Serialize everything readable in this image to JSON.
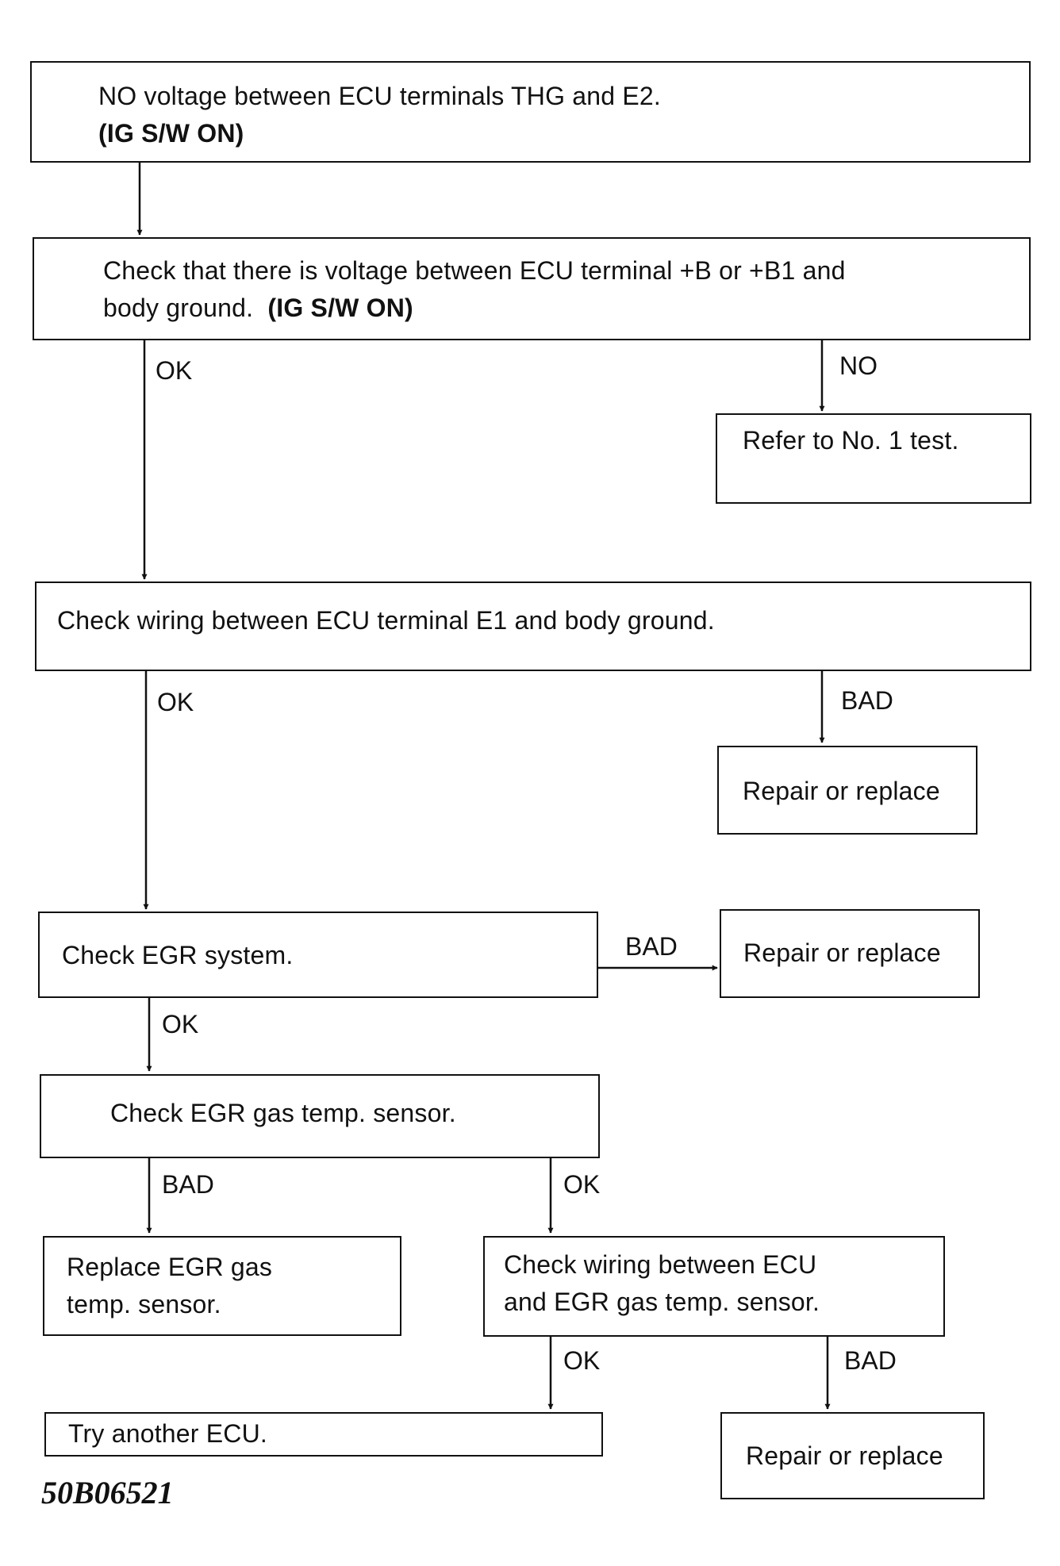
{
  "nodes": {
    "start": {
      "line1": "NO voltage between ECU terminals THG and E2.",
      "line2": "(IG S/W ON)"
    },
    "check_voltage": {
      "line1": "Check that there is voltage between ECU terminal +B or +B1 and",
      "line2_prefix": "body ground.",
      "line2_bold": "(IG S/W ON)"
    },
    "refer_no1": {
      "text": "Refer to No. 1 test."
    },
    "check_e1": {
      "text": "Check wiring between ECU terminal E1 and body ground."
    },
    "repair_1": {
      "text": "Repair or replace"
    },
    "check_egr_system": {
      "text": "Check EGR system."
    },
    "repair_2": {
      "text": "Repair or replace"
    },
    "check_sensor": {
      "text": "Check EGR gas temp. sensor."
    },
    "replace_sensor": {
      "line1": "Replace EGR gas",
      "line2": "temp. sensor."
    },
    "check_wiring_sensor": {
      "line1": "Check wiring between ECU",
      "line2": "and EGR gas temp. sensor."
    },
    "try_ecu": {
      "text": "Try another ECU."
    },
    "repair_3": {
      "text": "Repair or replace"
    }
  },
  "edge_labels": {
    "voltage_ok": "OK",
    "voltage_no": "NO",
    "e1_ok": "OK",
    "e1_bad": "BAD",
    "egr_bad": "BAD",
    "egr_ok": "OK",
    "sensor_bad": "BAD",
    "sensor_ok": "OK",
    "wiring_ok": "OK",
    "wiring_bad": "BAD"
  },
  "figure_id": "50B06521"
}
